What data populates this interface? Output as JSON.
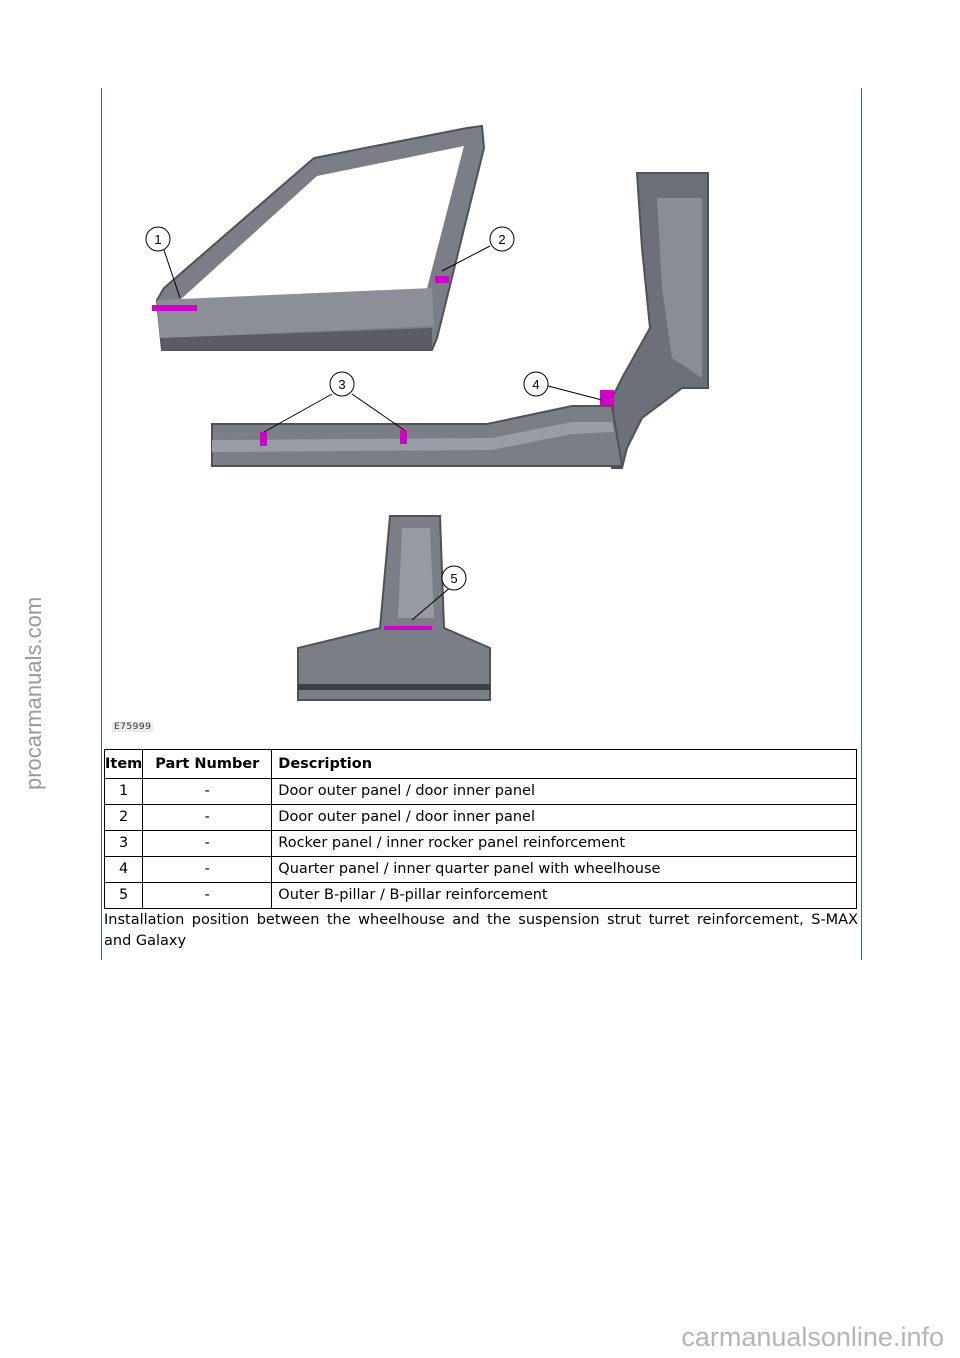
{
  "figure": {
    "id_label": "E75999",
    "callouts": [
      "1",
      "2",
      "3",
      "4",
      "5"
    ]
  },
  "table": {
    "headers": [
      "Item",
      "Part Number",
      "Description"
    ],
    "rows": [
      {
        "item": "1",
        "part": "-",
        "description": "Door outer panel / door inner panel"
      },
      {
        "item": "2",
        "part": "-",
        "description": "Door outer panel / door inner panel"
      },
      {
        "item": "3",
        "part": "-",
        "description": "Rocker panel / inner rocker panel reinforcement"
      },
      {
        "item": "4",
        "part": "-",
        "description": "Quarter panel / inner quarter panel with wheelhouse"
      },
      {
        "item": "5",
        "part": "-",
        "description": "Outer B-pillar / B-pillar reinforcement"
      }
    ]
  },
  "caption": "Installation position between the wheelhouse and the suspension strut turret reinforcement, S-MAX and Galaxy",
  "watermarks": {
    "side": "procarmanuals.com",
    "bottom": "carmanualsonline.info"
  },
  "colors": {
    "frame_border": "#3a64b4",
    "panel": "#7b7e86",
    "panel_dark": "#4f525a",
    "highlight": "#d100c8"
  }
}
